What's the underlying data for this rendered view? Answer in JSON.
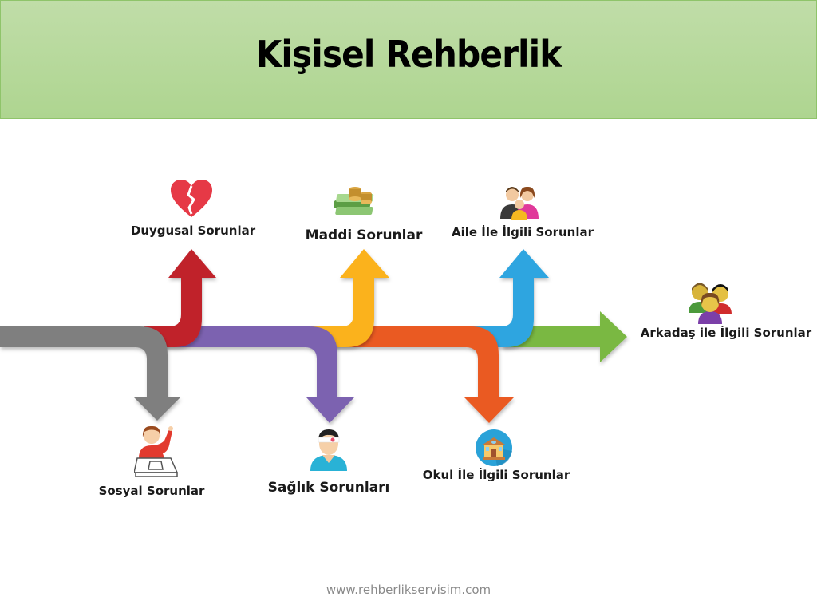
{
  "header": {
    "title": "Kişisel Rehberlik"
  },
  "branches": [
    {
      "id": "sosyal",
      "label": "Sosyal Sorunlar",
      "direction": "down",
      "color": "#7f7f7f",
      "icon": "student-raising-hand-icon"
    },
    {
      "id": "duygusal",
      "label": "Duygusal Sorunlar",
      "direction": "up",
      "color": "#c0202a",
      "icon": "broken-heart-icon"
    },
    {
      "id": "saglik",
      "label": "Sağlık Sorunları",
      "direction": "down",
      "color": "#7b62b0",
      "icon": "injured-person-icon"
    },
    {
      "id": "maddi",
      "label": "Maddi Sorunlar",
      "direction": "up",
      "color": "#fbb21f",
      "icon": "money-stack-icon"
    },
    {
      "id": "okul",
      "label": "Okul İle İlgili Sorunlar",
      "direction": "down",
      "color": "#ea5a24",
      "icon": "school-building-icon"
    },
    {
      "id": "aile",
      "label": "Aile İle İlgili Sorunlar",
      "direction": "up",
      "color": "#2fa5e0",
      "icon": "family-icon"
    },
    {
      "id": "arkadas",
      "label": "Arkadaş ile İlgili Sorunlar",
      "direction": "right",
      "color": "#7ab843",
      "icon": "friends-group-icon"
    }
  ],
  "footer": {
    "url": "www.rehberlikservisim.com"
  }
}
